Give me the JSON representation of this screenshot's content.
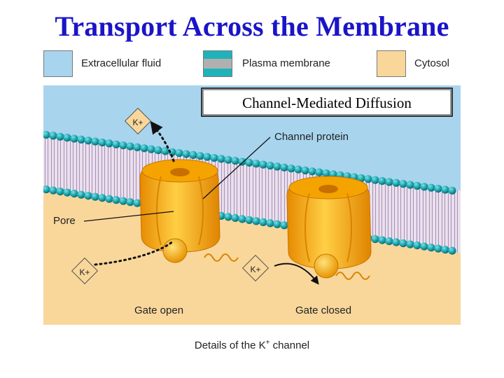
{
  "slide": {
    "title": "Transport Across the Membrane"
  },
  "legend": {
    "items": [
      {
        "label": "Extracellular fluid",
        "color": "#a8d4ee"
      },
      {
        "label": "Plasma membrane",
        "color": "#1fb2b8"
      },
      {
        "label": "Cytosol",
        "color": "#f9d79b"
      }
    ]
  },
  "diagram": {
    "box_title": "Channel-Mediated Diffusion",
    "labels": {
      "channel_protein": "Channel protein",
      "pore": "Pore",
      "gate_open": "Gate open",
      "gate_closed": "Gate closed",
      "ion": "K+"
    }
  },
  "caption": {
    "prefix": "Details of the K",
    "superscript": "+",
    "suffix": " channel"
  }
}
